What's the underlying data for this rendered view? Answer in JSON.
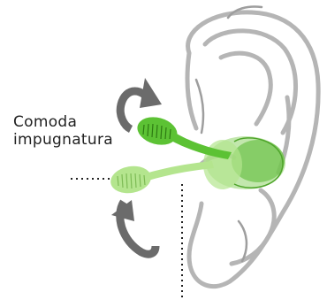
{
  "caption": {
    "line1": "Comoda",
    "line2": "impugnatura"
  },
  "colors": {
    "ear_outline": "#b5b5b5",
    "grip_dark_green": "#5cc234",
    "grip_light_green": "#b4e58e",
    "earplug_green": "#8fd46a",
    "arrow_gray": "#6b6b6b",
    "dotted_line": "#222222"
  },
  "icons": [
    "ear-outline",
    "rotate-up-arrow-icon",
    "rotate-down-arrow-icon",
    "earplug",
    "grip-handle"
  ]
}
